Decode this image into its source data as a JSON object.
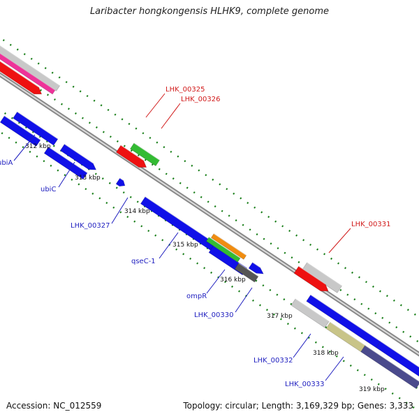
{
  "header": {
    "title": "Laribacter hongkongensis HLHK9, complete genome"
  },
  "footer": {
    "accession": "Accession: NC_012559",
    "summary": "Topology: circular; Length: 3,169,329 bp; Genes: 3,333"
  },
  "colors": {
    "backbone": "#8a8a8a",
    "tick": "#1a7f1a",
    "label_blue": "#1d1dbf",
    "label_red": "#d11a1a",
    "gene_blue": "#1010e8",
    "gene_red": "#ee1111",
    "gene_green": "#33bb33",
    "gene_orange": "#f08c10",
    "gene_gray": "#c8c8c8",
    "gene_darkgray": "#555555",
    "gene_khaki": "#c8c488",
    "gene_slate": "#4a4a8c",
    "gene_pink": "#ee3399"
  },
  "ticks": [
    {
      "label": "312 kbp"
    },
    {
      "label": "313 kbp"
    },
    {
      "label": "314 kbp"
    },
    {
      "label": "315 kbp"
    },
    {
      "label": "316 kbp"
    },
    {
      "label": "317 kbp"
    },
    {
      "label": "318 kbp"
    },
    {
      "label": "319 kbp"
    }
  ],
  "gene_labels": [
    {
      "text": "ubiA",
      "color": "blue"
    },
    {
      "text": "ubiC",
      "color": "blue"
    },
    {
      "text": "LHK_00327",
      "color": "blue"
    },
    {
      "text": "qseC-1",
      "color": "blue"
    },
    {
      "text": "ompR",
      "color": "blue"
    },
    {
      "text": "LHK_00330",
      "color": "blue"
    },
    {
      "text": "LHK_00332",
      "color": "blue"
    },
    {
      "text": "LHK_00333",
      "color": "blue"
    },
    {
      "text": "LHK_00325",
      "color": "red"
    },
    {
      "text": "LHK_00326",
      "color": "red"
    },
    {
      "text": "LHK_00331",
      "color": "red"
    }
  ]
}
